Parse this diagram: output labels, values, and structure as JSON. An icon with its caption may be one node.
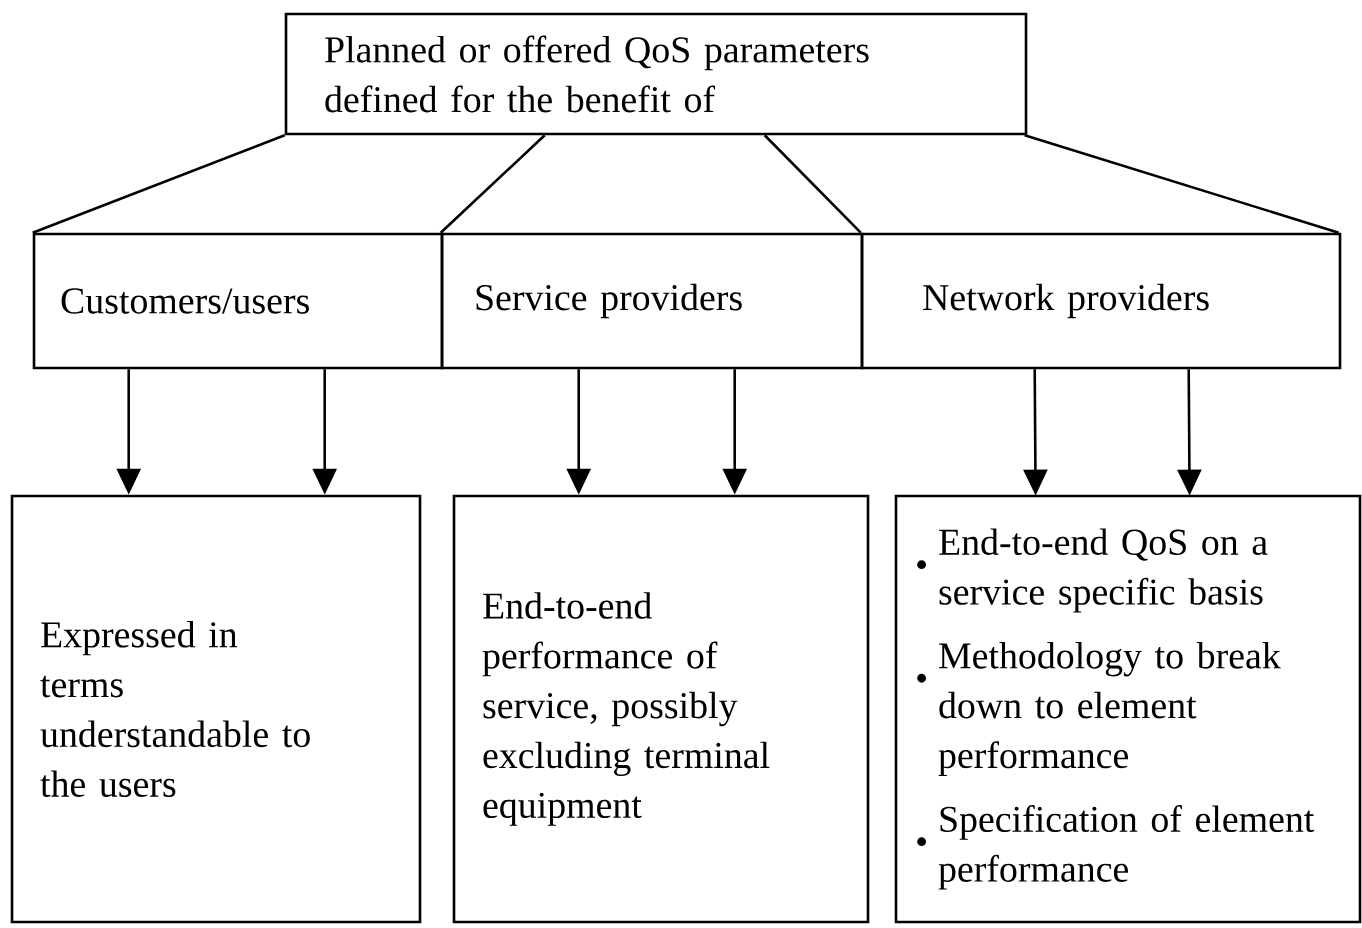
{
  "diagram": {
    "nodes": [
      {
        "text": [
          "Planned or offered QoS parameters defined for the benefit of"
        ]
      },
      {
        "text": [
          "Customers/users"
        ]
      },
      {
        "text": [
          "Service providers"
        ]
      },
      {
        "text": [
          "Network providers"
        ]
      },
      {
        "text": [
          "Expressed in terms understandable to the users"
        ]
      },
      {
        "text": [
          "End-to-end performance of service, possibly excluding terminal equipment"
        ]
      },
      {
        "text": [
          "End-to-end QoS on a service specific basis",
          "Methodology to break down to element performance",
          "Specification of element performance"
        ]
      }
    ],
    "edges": [
      {
        "from": 0,
        "to": 1,
        "arrow": "none"
      },
      {
        "from": 0,
        "to": 2,
        "arrow": "none"
      },
      {
        "from": 0,
        "to": 2,
        "arrow": "none"
      },
      {
        "from": 0,
        "to": 3,
        "arrow": "none"
      },
      {
        "from": 1,
        "to": 4,
        "arrow": "to"
      },
      {
        "from": 1,
        "to": 4,
        "arrow": "to"
      },
      {
        "from": 2,
        "to": 5,
        "arrow": "to"
      },
      {
        "from": 2,
        "to": 5,
        "arrow": "to"
      },
      {
        "from": 3,
        "to": 6,
        "arrow": "to"
      },
      {
        "from": 3,
        "to": 6,
        "arrow": "to"
      }
    ]
  }
}
